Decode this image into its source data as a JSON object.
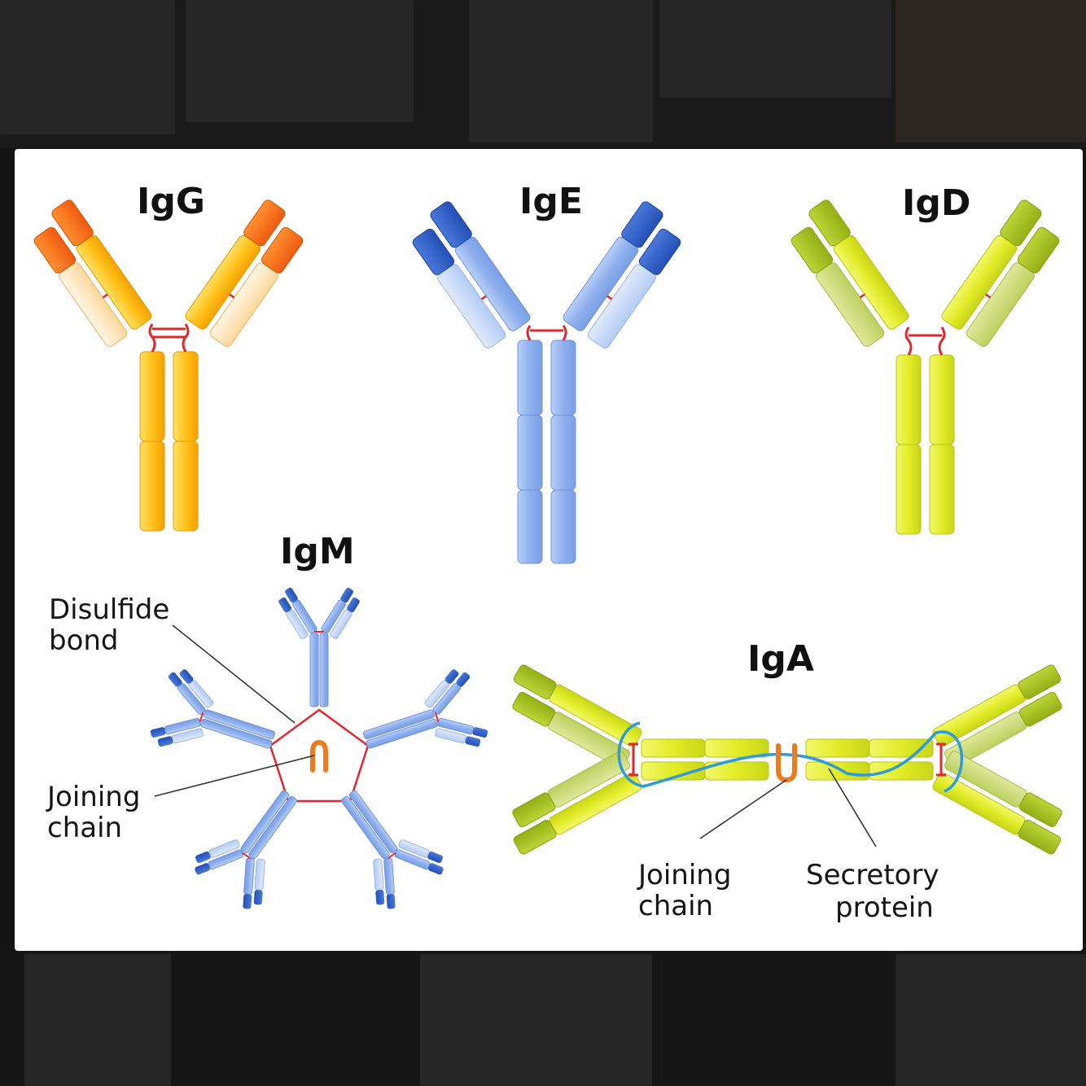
{
  "labels": {
    "igg": "IgG",
    "ige": "IgE",
    "igd": "IgD",
    "igm": "IgM",
    "iga": "IgA",
    "disulfide_line1": "Disulfide",
    "disulfide_line2": "bond",
    "igm_joining_line1": "Joining",
    "igm_joining_line2": "chain",
    "iga_joining_line1": "Joining",
    "iga_joining_line2": "chain",
    "secretory_line1": "Secretory",
    "secretory_line2": "protein"
  },
  "colors": {
    "background": "#141414",
    "card": "#ffffff",
    "igg_constant": "#ffc21a",
    "igg_tip": "#ff6a1a",
    "igg_light": "#ffe4b8",
    "ige_constant": "#9ab8f2",
    "ige_tip": "#2f5fc9",
    "ige_light": "#c4d6f8",
    "igd_constant": "#e2ec28",
    "igd_tip": "#a8c41e",
    "igd_light": "#ccdc7a",
    "disulfide": "#e0282d",
    "joining_chain": "#ee7a1e",
    "secretory_protein": "#2e9ad8",
    "leader_line": "#333333"
  }
}
